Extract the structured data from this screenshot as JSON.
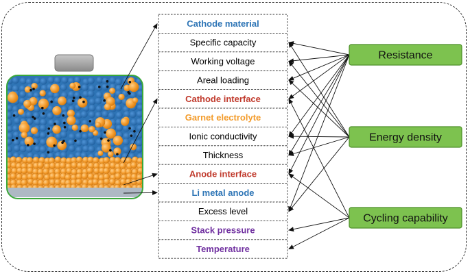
{
  "parameters": [
    {
      "label": "Cathode material",
      "color": "#2e75b6",
      "bold": true
    },
    {
      "label": "Specific capacity",
      "color": "#000000",
      "bold": false
    },
    {
      "label": "Working voltage",
      "color": "#000000",
      "bold": false
    },
    {
      "label": "Areal loading",
      "color": "#000000",
      "bold": false
    },
    {
      "label": "Cathode interface",
      "color": "#c0392b",
      "bold": true
    },
    {
      "label": "Garnet electrolyte",
      "color": "#f39c2c",
      "bold": true
    },
    {
      "label": "Ionic conductivity",
      "color": "#000000",
      "bold": false
    },
    {
      "label": "Thickness",
      "color": "#000000",
      "bold": false
    },
    {
      "label": "Anode interface",
      "color": "#c0392b",
      "bold": true
    },
    {
      "label": "Li metal anode",
      "color": "#2e75b6",
      "bold": true
    },
    {
      "label": "Excess level",
      "color": "#000000",
      "bold": false
    },
    {
      "label": "Stack pressure",
      "color": "#7030a0",
      "bold": true
    },
    {
      "label": "Temperature",
      "color": "#7030a0",
      "bold": true
    }
  ],
  "metrics": [
    {
      "label": "Resistance",
      "links": [
        1,
        2,
        3,
        4,
        6,
        7,
        8,
        10
      ]
    },
    {
      "label": "Energy density",
      "links": [
        1,
        2,
        3,
        6,
        7,
        10
      ]
    },
    {
      "label": "Cycling capability",
      "links": [
        4,
        8,
        11,
        12
      ]
    }
  ],
  "colors": {
    "metric_fill": "#7dc24f",
    "metric_border": "#4e8f2a",
    "battery_border": "#3aa83a",
    "cathode_blue": "#2e74b5",
    "garnet_orange": "#f39a2a",
    "li_metal": "#aeb9c4",
    "cap_gray": "#a0a0a0"
  }
}
